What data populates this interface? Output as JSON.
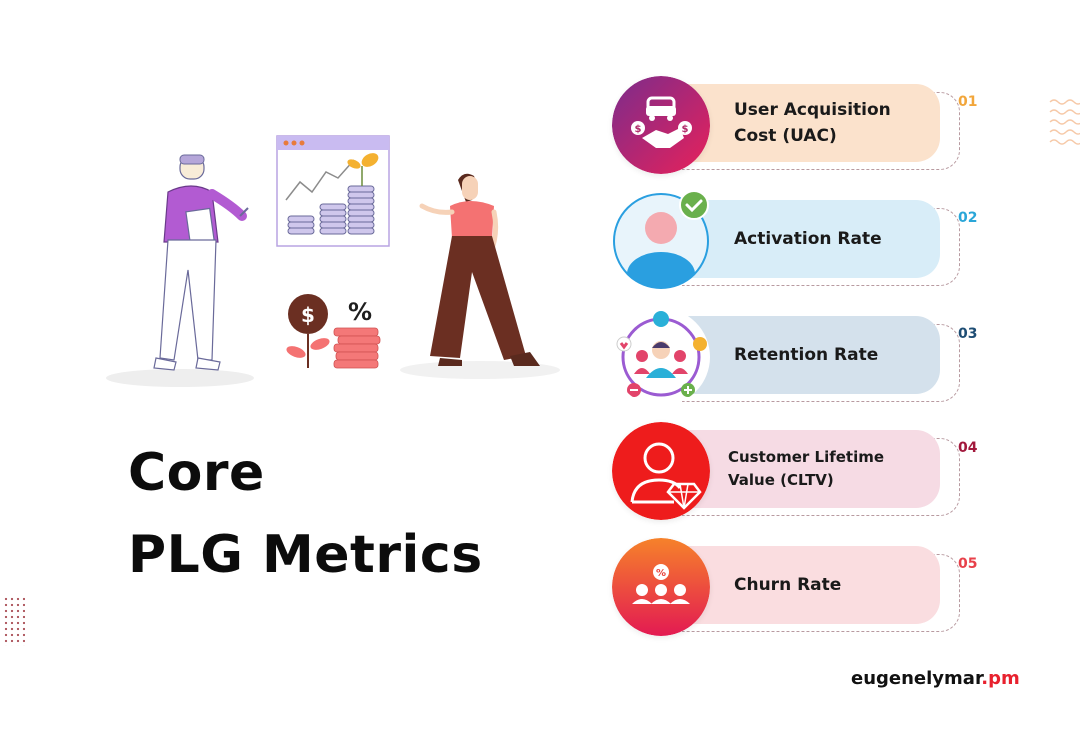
{
  "title": {
    "line1": "Core",
    "line2": "PLG Metrics"
  },
  "illustration": {
    "dollar_symbol": "$",
    "percent_symbol": "%"
  },
  "metrics": [
    {
      "number": "01",
      "label": "User Acquisition Cost (UAC)",
      "icon": "acquisition-handshake-icon",
      "pill_color": "#fbe2cc",
      "number_color": "#f2a63b"
    },
    {
      "number": "02",
      "label": "Activation Rate",
      "icon": "activated-user-icon",
      "pill_color": "#d8edf8",
      "number_color": "#2aa6d8"
    },
    {
      "number": "03",
      "label": "Retention Rate",
      "icon": "retention-community-icon",
      "pill_color": "#d4e1ec",
      "number_color": "#1e4d74"
    },
    {
      "number": "04",
      "label": "Customer Lifetime Value (CLTV)",
      "icon": "customer-diamond-icon",
      "pill_color": "#f6dbe4",
      "number_color": "#a2183c"
    },
    {
      "number": "05",
      "label": "Churn Rate",
      "icon": "churn-group-icon",
      "pill_color": "#fadde0",
      "number_color": "#e8414a"
    }
  ],
  "brand": {
    "name": "eugenelymar",
    "ext": ".pm"
  }
}
